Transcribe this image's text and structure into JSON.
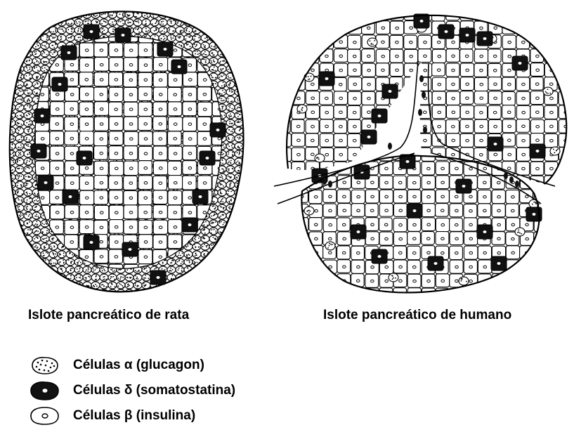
{
  "captions": {
    "rat": "Islote pancreático de rata",
    "human": "Islote pancreático de humano"
  },
  "legend": [
    {
      "cell": "alpha",
      "label": "Células α (glucagon)",
      "icon": "alpha-cell-icon"
    },
    {
      "cell": "delta",
      "label": "Células δ (somatostatina)",
      "icon": "delta-cell-icon"
    },
    {
      "cell": "beta",
      "label": "Células β (insulina)",
      "icon": "beta-cell-icon"
    }
  ],
  "colors": {
    "ink": "#000000",
    "paper": "#ffffff",
    "delta": "#111111"
  }
}
